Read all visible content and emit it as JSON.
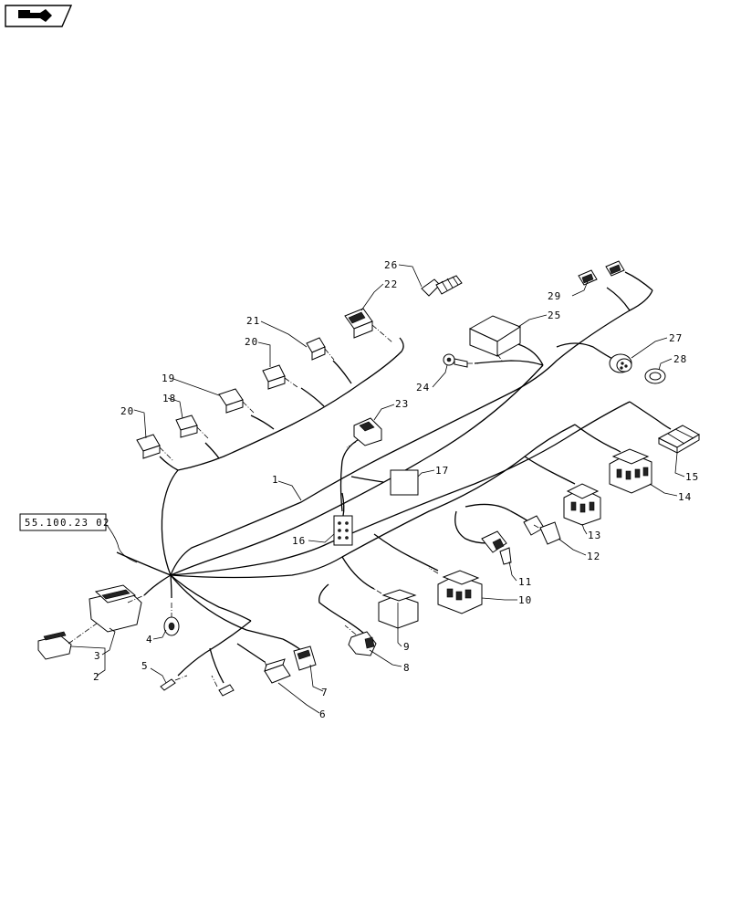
{
  "navigation": {
    "icon": "folder-arrow-icon"
  },
  "reference_box": {
    "label": "55.100.23 02"
  },
  "callouts": {
    "c1": "1",
    "c2": "2",
    "c3": "3",
    "c4": "4",
    "c5": "5",
    "c6": "6",
    "c7": "7",
    "c8": "8",
    "c9": "9",
    "c10": "10",
    "c11": "11",
    "c12": "12",
    "c13": "13",
    "c14": "14",
    "c15": "15",
    "c16": "16",
    "c17": "17",
    "c18": "18",
    "c19": "19",
    "c20a": "20",
    "c20b": "20",
    "c21": "21",
    "c22": "22",
    "c23": "23",
    "c24": "24",
    "c25": "25",
    "c26": "26",
    "c27": "27",
    "c28": "28",
    "c29": "29"
  }
}
